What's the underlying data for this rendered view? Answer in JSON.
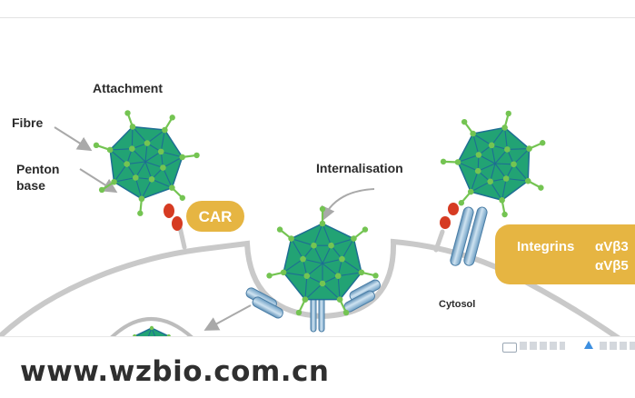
{
  "labels": {
    "attachment": "Attachment",
    "fibre": "Fibre",
    "penton_line1": "Penton",
    "penton_line2": "base",
    "internalisation": "Internalisation",
    "cytosol": "Cytosol"
  },
  "receptors": {
    "car": "CAR",
    "integrins": "Integrins",
    "integrin_1": "αVβ3",
    "integrin_2": "αVβ5"
  },
  "watermark": "www.wzbio.com.cn",
  "colors": {
    "capsid_fill": "#22a374",
    "capsid_edge": "#1e6e93",
    "vertex_green": "#74c452",
    "receptor_red": "#d63b22",
    "pill_gold": "#e6b542",
    "integrin_blue": "#9cc4e0",
    "membrane_grey": "#c9c9c9"
  }
}
